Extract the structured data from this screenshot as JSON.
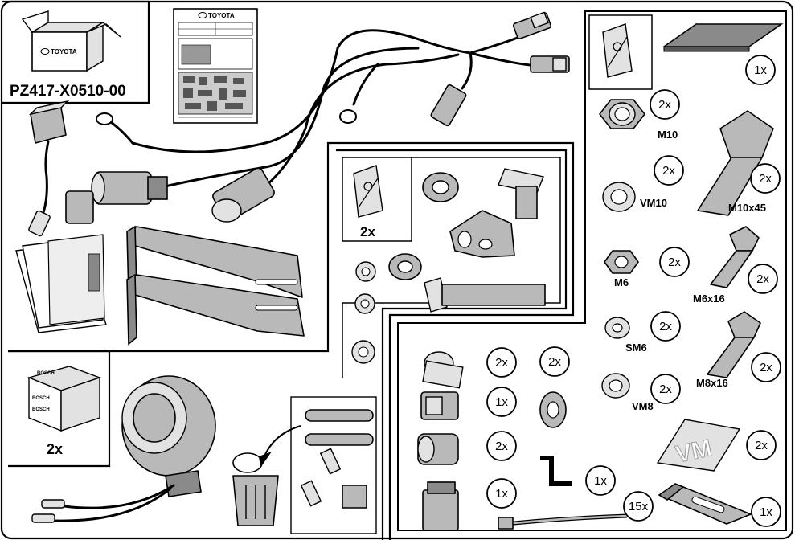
{
  "kit": {
    "part_number": "PZ417-X0510-00",
    "brand_box_label": "TOYOTA",
    "doc_header_brand": "TOYOTA"
  },
  "horn_box": {
    "brand_label": "BOSCH",
    "qty": "2x"
  },
  "bracket_group": {
    "qty": "2x"
  },
  "hardware": [
    {
      "name": "nut-m10",
      "label": "M10",
      "qty": "2x"
    },
    {
      "name": "washer-vm10",
      "label": "VM10",
      "qty": "2x"
    },
    {
      "name": "bolt-m10x45",
      "label": "M10x45",
      "qty": "2x"
    },
    {
      "name": "nut-m6",
      "label": "M6",
      "qty": "2x"
    },
    {
      "name": "bolt-m6x16",
      "label": "M6x16",
      "qty": "2x"
    },
    {
      "name": "washer-sm6",
      "label": "SM6",
      "qty": "2x"
    },
    {
      "name": "bolt-m8x16",
      "label": "M8x16",
      "qty": "2x"
    },
    {
      "name": "washer-vm8",
      "label": "VM8",
      "qty": "2x"
    }
  ],
  "top_right": {
    "pad_qty": "1x"
  },
  "small_parts": {
    "sleeve_qty": "2x",
    "grommet_qty": "2x",
    "connector_a_qty": "1x",
    "connector_b_qty": "2x",
    "clip_qty": "1x",
    "relay_qty": "1x",
    "cable_tie_qty": "15x",
    "bracket_qty": "1x",
    "sticker_qty": "2x"
  },
  "sticker_text": "VM"
}
